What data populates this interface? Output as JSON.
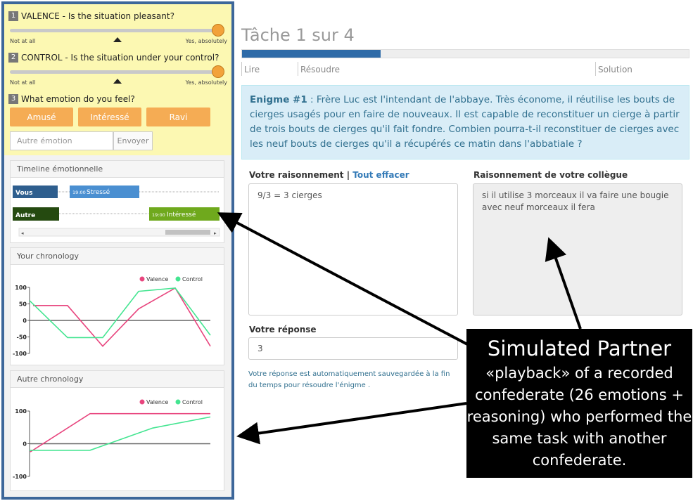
{
  "emotion_form": {
    "q1": {
      "num": "1",
      "title": "VALENCE - Is the situation pleasant?",
      "min_label": "Not at all",
      "max_label": "Yes, absolutely",
      "value": 1.0
    },
    "q2": {
      "num": "2",
      "title": "CONTROL - Is the situation under your control?",
      "min_label": "Not at all",
      "max_label": "Yes, absolutely",
      "value": 1.0
    },
    "q3": {
      "num": "3",
      "title": "What emotion do you feel?"
    },
    "buttons": [
      "Amusé",
      "Intéressé",
      "Ravi"
    ],
    "autre_placeholder": "Autre émotion",
    "send_label": "Envoyer"
  },
  "timeline": {
    "title": "Timeline émotionnelle",
    "vous": {
      "label": "Vous",
      "time": "19:00",
      "emotion": "Stressé"
    },
    "autre": {
      "label": "Autre",
      "time": "19:00",
      "emotion": "Intéressé"
    }
  },
  "your_chronology": {
    "title": "Your chronology"
  },
  "autre_chronology": {
    "title": "Autre chronology"
  },
  "chart_data": [
    {
      "type": "line",
      "title": "Your chronology",
      "ylim": [
        -100,
        100
      ],
      "yticks": [
        "100",
        "50",
        "0",
        "-50",
        "-100"
      ],
      "x": [
        0,
        1,
        2,
        3,
        4,
        5,
        6
      ],
      "series": [
        {
          "name": "Valence",
          "color": "#e8457e",
          "values": [
            45,
            45,
            -78,
            35,
            98,
            -78
          ]
        },
        {
          "name": "Control",
          "color": "#44e591",
          "values": [
            60,
            -52,
            -52,
            88,
            98,
            -45
          ]
        }
      ]
    },
    {
      "type": "line",
      "title": "Autre chronology",
      "ylim": [
        -100,
        100
      ],
      "yticks": [
        "100",
        "0",
        "-100"
      ],
      "series": [
        {
          "name": "Valence",
          "color": "#e8457e",
          "values": [
            -25,
            92,
            92,
            92,
            92
          ]
        },
        {
          "name": "Control",
          "color": "#44e591",
          "values": [
            -20,
            -20,
            48,
            82
          ]
        }
      ]
    }
  ],
  "task": {
    "title": "Tâche 1 sur 4",
    "progress": 0.31,
    "steps": [
      "Lire",
      "Résoudre",
      "Solution"
    ],
    "enigme_label": "Enigme #1",
    "enigme_text": " : Frère Luc est l'intendant de l'abbaye. Très économe, il réutilise les bouts de cierges usagés pour en faire de nouveaux. Il est capable de reconstituer un cierge à partir de trois bouts de cierges qu'il fait fondre. Combien pourra-t-il reconstituer de cierges avec les neuf bouts de cierges qu'il a récupérés ce matin dans l'abbatiale ?"
  },
  "reasoning": {
    "label": "Votre raisonnement",
    "sep": " | ",
    "clear_label": "Tout effacer",
    "value": "9/3 = 3 cierges"
  },
  "colleague": {
    "label": "Raisonnement de votre collègue",
    "value": "si il utilise 3 morceaux il va faire une bougie avec neuf morceaux il fera"
  },
  "answer": {
    "label": "Votre réponse",
    "value": "3",
    "note": "Votre réponse est automatiquement sauvegardée à la fin du temps pour résoudre l'énigme ."
  },
  "callout": {
    "title": "Simulated Partner",
    "body": "«playback» of a recorded confederate (26 emotions + reasoning) who performed the same task with another confederate."
  }
}
